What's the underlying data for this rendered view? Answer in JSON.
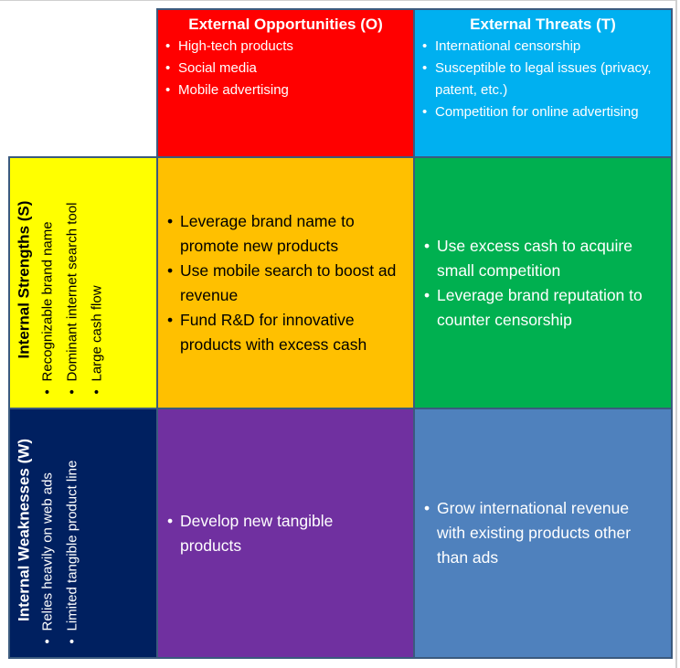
{
  "colors": {
    "opportunities": "#ff0000",
    "threats": "#00b0f0",
    "strengths": "#ffff00",
    "weaknesses": "#002060",
    "so": "#ffc000",
    "st": "#00b050",
    "wo": "#7030a0",
    "wt": "#4f81bd",
    "border": "#3b5a7e"
  },
  "opportunities": {
    "title": "External Opportunities (O)",
    "items": [
      "High-tech products",
      "Social media",
      "Mobile advertising"
    ]
  },
  "threats": {
    "title": "External Threats (T)",
    "items": [
      "International censorship",
      "Susceptible to legal issues (privacy, patent, etc.)",
      "Competition for online advertising"
    ]
  },
  "strengths": {
    "title": "Internal Strengths (S)",
    "items": [
      "Recognizable brand name",
      "Dominant internet search tool",
      "Large cash flow"
    ]
  },
  "weaknesses": {
    "title": "Internal Weaknesses (W)",
    "items": [
      "Relies heavily on web ads",
      "Limited tangible product line"
    ]
  },
  "so": {
    "items": [
      "Leverage brand name to promote new products",
      "Use mobile search to boost ad revenue",
      "Fund R&D for innovative products with excess cash"
    ]
  },
  "st": {
    "items": [
      "Use excess cash to acquire small competition",
      "Leverage brand reputation to counter censorship"
    ]
  },
  "wo": {
    "items": [
      "Develop new tangible products"
    ]
  },
  "wt": {
    "items": [
      "Grow international revenue with existing products other than ads"
    ]
  }
}
